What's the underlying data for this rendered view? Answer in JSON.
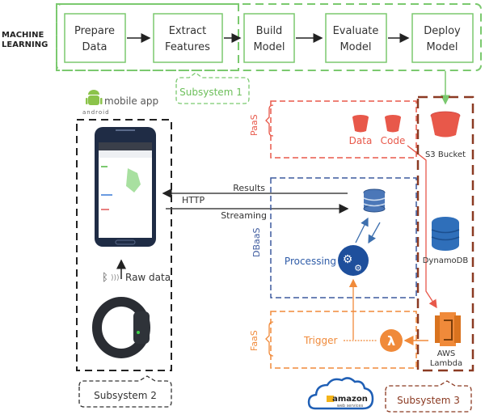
{
  "colors": {
    "green": "#7bc96f",
    "green_text": "#6cbf5a",
    "red": "#e8584a",
    "blue": "#3d5a9e",
    "orange": "#f08a3a",
    "brown": "#8b3a22",
    "black": "#222222",
    "gray_text": "#333333"
  },
  "ml": {
    "label_line1": "MACHINE",
    "label_line2": "LEARNING",
    "steps": [
      {
        "line1": "Prepare",
        "line2": "Data"
      },
      {
        "line1": "Extract",
        "line2": "Features"
      },
      {
        "line1": "Build",
        "line2": "Model"
      },
      {
        "line1": "Evaluate",
        "line2": "Model"
      },
      {
        "line1": "Deploy",
        "line2": "Model"
      }
    ],
    "subsystem": "Subsystem 1"
  },
  "mobile": {
    "logo_text": "mobile app",
    "android_text": "android",
    "raw_data": "Raw data",
    "subsystem": "Subsystem 2"
  },
  "links": {
    "results": "Results",
    "http": "HTTP",
    "streaming": "Streaming"
  },
  "paas": {
    "label": "PaaS",
    "data": "Data",
    "code": "Code"
  },
  "dbaas": {
    "label": "DBaaS",
    "processing": "Processing"
  },
  "faas": {
    "label": "FaaS",
    "trigger": "Trigger"
  },
  "aws": {
    "s3": "S3 Bucket",
    "dynamo": "DynamoDB",
    "lambda_line1": "AWS",
    "lambda_line2": "Lambda",
    "logo_main": "amazon",
    "logo_sub": "web services",
    "subsystem": "Subsystem 3"
  }
}
